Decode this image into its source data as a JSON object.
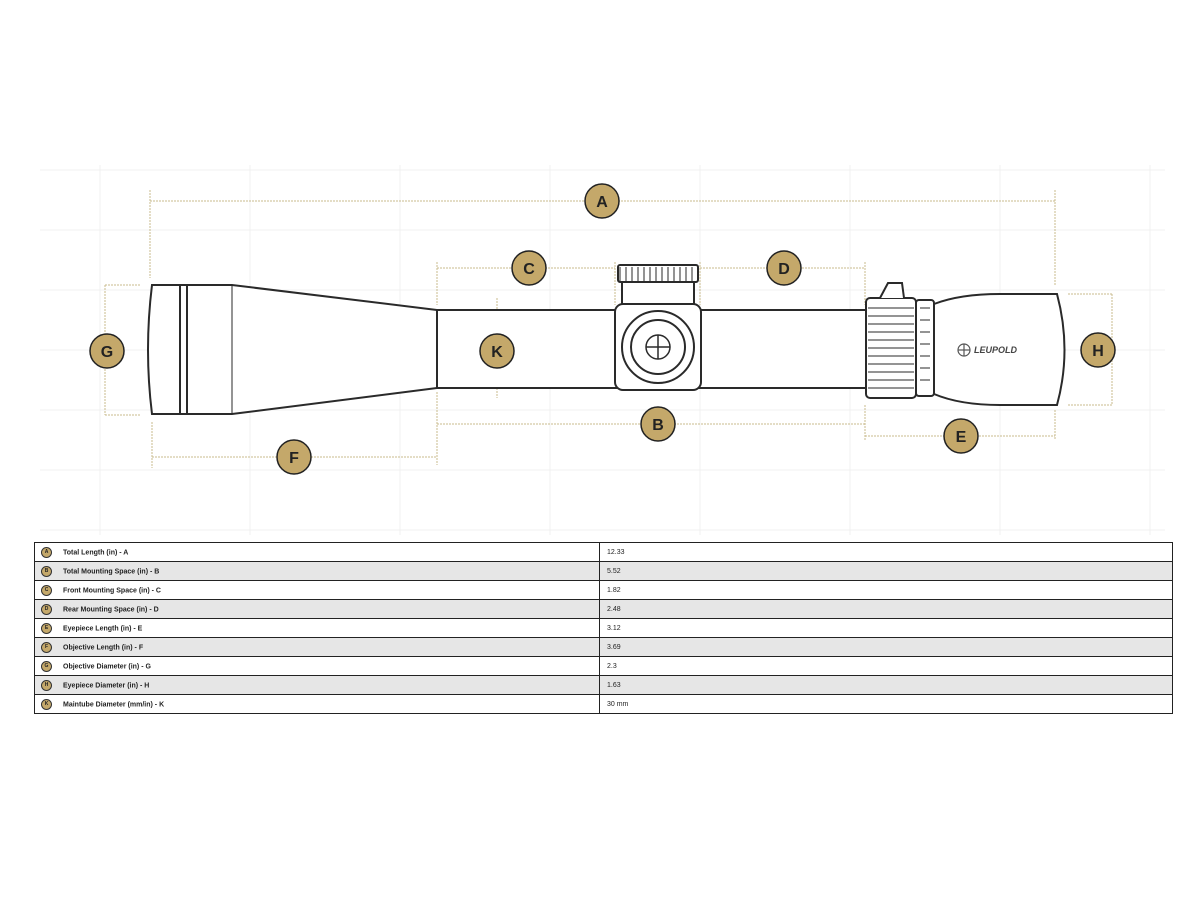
{
  "colors": {
    "callout_fill": "#c4a86a",
    "dimension_line": "#c9bb8e",
    "outline": "#2a2a2a"
  },
  "brand": "LEUPOLD",
  "callouts": {
    "A": "A",
    "B": "B",
    "C": "C",
    "D": "D",
    "E": "E",
    "F": "F",
    "G": "G",
    "H": "H",
    "K": "K"
  },
  "specs": [
    {
      "letter": "A",
      "label": "Total Length (in) - A",
      "value": "12.33"
    },
    {
      "letter": "B",
      "label": "Total Mounting Space (in) - B",
      "value": "5.52"
    },
    {
      "letter": "C",
      "label": "Front Mounting Space (in) - C",
      "value": "1.82"
    },
    {
      "letter": "D",
      "label": "Rear Mounting Space (in) - D",
      "value": "2.48"
    },
    {
      "letter": "E",
      "label": "Eyepiece Length (in) - E",
      "value": "3.12"
    },
    {
      "letter": "F",
      "label": "Objective Length (in) - F",
      "value": "3.69"
    },
    {
      "letter": "G",
      "label": "Objective Diameter (in) - G",
      "value": "2.3"
    },
    {
      "letter": "H",
      "label": "Eyepiece Diameter (in) - H",
      "value": "1.63"
    },
    {
      "letter": "K",
      "label": "Maintube Diameter (mm/in) - K",
      "value": "30 mm"
    }
  ]
}
